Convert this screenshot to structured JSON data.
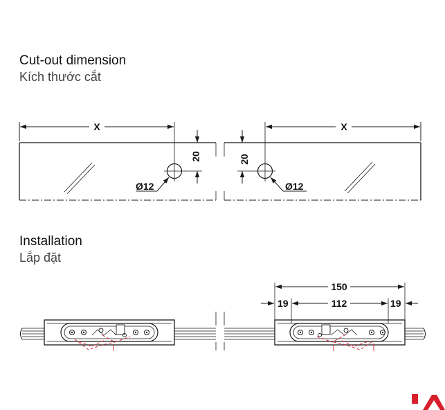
{
  "sections": {
    "cutout": {
      "title": "Cut-out dimension",
      "subtitle": "Kích thước cắt"
    },
    "installation": {
      "title": "Installation",
      "subtitle": "Lắp đặt"
    }
  },
  "cutout_labels": {
    "left_width": "X",
    "right_width": "X",
    "left_offset": "20",
    "right_offset": "20",
    "left_hole": "Ø12",
    "right_hole": "Ø12"
  },
  "installation_labels": {
    "total_length": "150",
    "left_margin": "19",
    "hole_spacing": "112",
    "right_margin": "19"
  },
  "colors": {
    "line": "#1a1a1a",
    "hidden_line": "#d62839",
    "logo": "#d8202c"
  },
  "icons": {
    "logo": "brand-logo-mark"
  }
}
